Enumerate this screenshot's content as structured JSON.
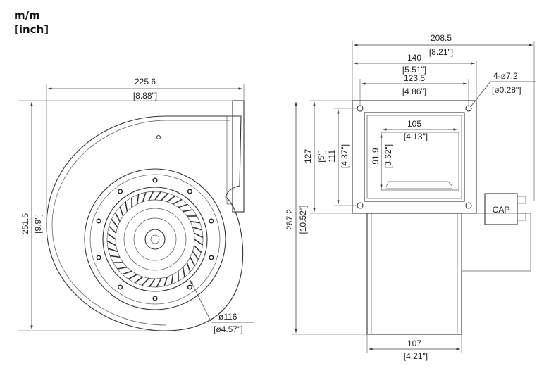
{
  "units": {
    "metric": "m/m",
    "imperial": "[inch]"
  },
  "front_view": {
    "width_mm": "225.6",
    "width_in": "[8.88\"]",
    "height_mm": "251.5",
    "height_in": "[9.9\"]",
    "inlet_dia_mm": "ø116",
    "inlet_dia_in": "[ø4.57\"]"
  },
  "side_view": {
    "overall_width_mm": "208.5",
    "overall_width_in": "[8.21\"]",
    "flange_width_mm": "140",
    "flange_width_in": "[5.51\"]",
    "hole_pitch_mm": "123.5",
    "hole_pitch_in": "[4.86\"]",
    "holes_mm": "4-ø7.2",
    "holes_in": "[ø0.28\"]",
    "outlet_width_mm": "105",
    "outlet_width_in": "[4.13\"]",
    "flange_height_mm": "127",
    "flange_height_in": "[5\"]",
    "hole_pitch_v_mm": "111",
    "hole_pitch_v_in": "[4.37\"]",
    "outlet_height_mm": "91.9",
    "outlet_height_in": "[3.62\"]",
    "overall_height_mm": "267.2",
    "overall_height_in": "[10.52\"]",
    "motor_width_mm": "107",
    "motor_width_in": "[4.21\"]",
    "capacitor_label": "CAP"
  }
}
